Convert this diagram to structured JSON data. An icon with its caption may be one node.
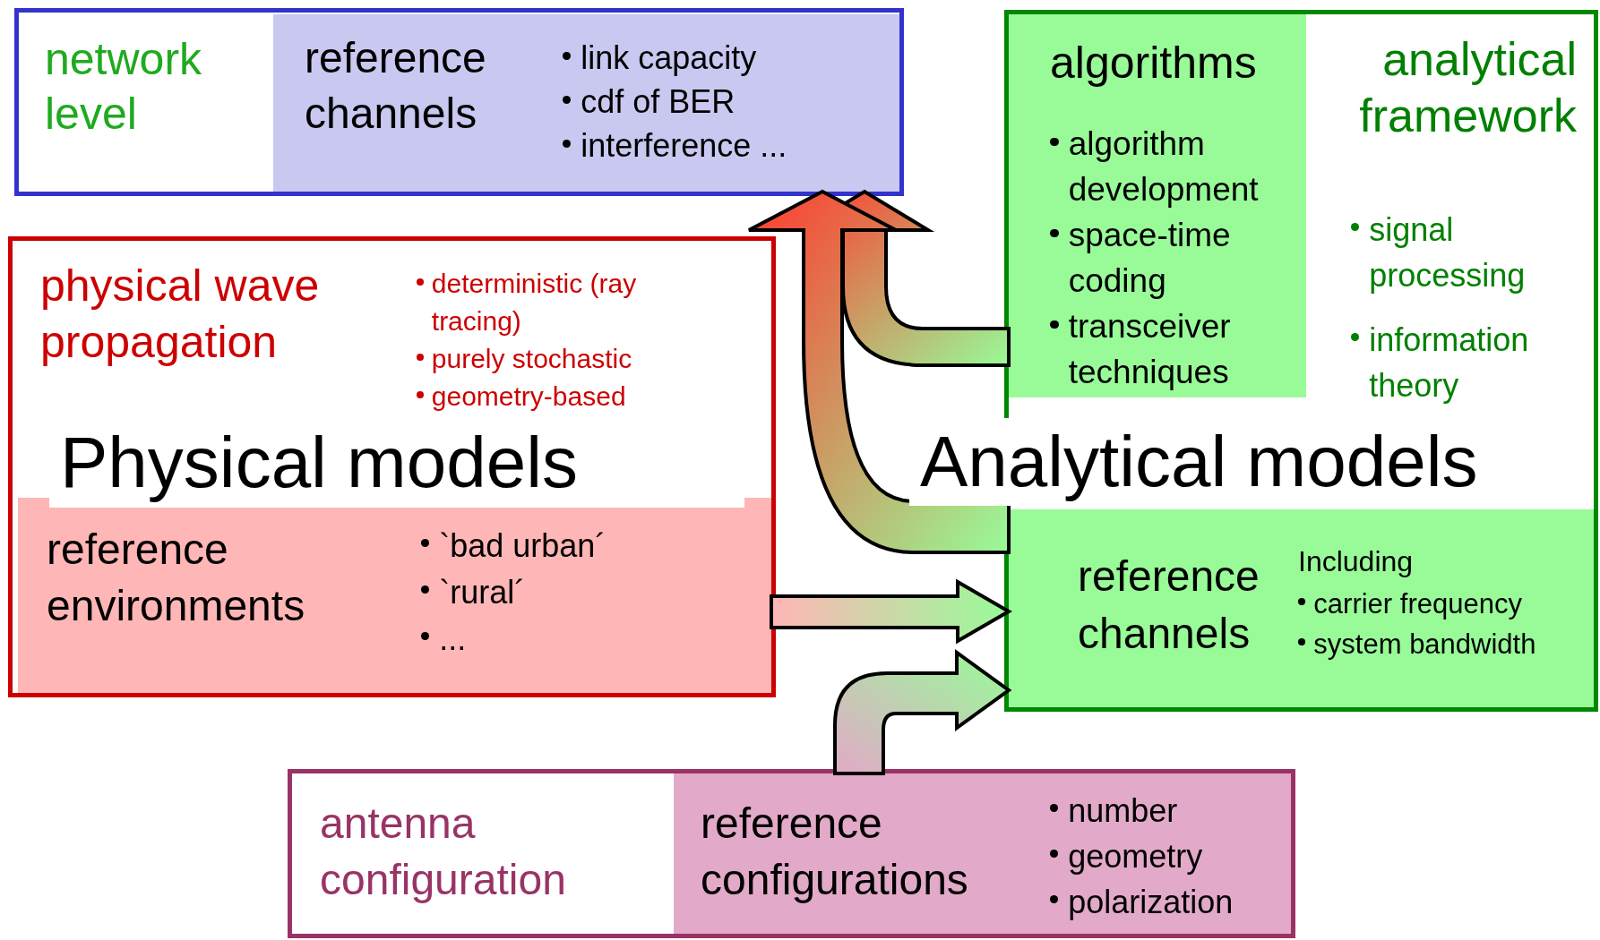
{
  "diagram": {
    "nodes": [
      {
        "text": [
          "network level"
        ]
      },
      {
        "text": [
          "reference channels",
          "link capacity",
          "cdf of BER",
          "interference ..."
        ],
        "in": 0
      },
      {
        "text": [
          "physical wave propagation",
          "deterministic (ray tracing)",
          "purely stochastic",
          "geometry-based",
          "Physical models"
        ]
      },
      {
        "text": [
          "reference environments",
          "`bad urban´",
          "`rural´",
          "..."
        ],
        "in": 2
      },
      {
        "text": [
          "analytical framework",
          "signal processing",
          "information theory",
          "Analytical models"
        ]
      },
      {
        "text": [
          "algorithms",
          "algorithm development",
          "space-time coding",
          "transceiver techniques"
        ],
        "in": 4
      },
      {
        "text": [
          "reference channels",
          "Including",
          "carrier frequency",
          "system bandwidth"
        ],
        "in": 4
      },
      {
        "text": [
          "antenna configuration"
        ]
      },
      {
        "text": [
          "reference configurations",
          "number",
          "geometry",
          "polarization"
        ],
        "in": 7
      }
    ],
    "edges": [
      {
        "from": 5,
        "to": 1,
        "arrow": "to"
      },
      {
        "from": 6,
        "to": 1,
        "arrow": "to"
      },
      {
        "from": 3,
        "to": 6,
        "arrow": "to"
      },
      {
        "from": 8,
        "to": 6,
        "arrow": "to"
      }
    ]
  }
}
